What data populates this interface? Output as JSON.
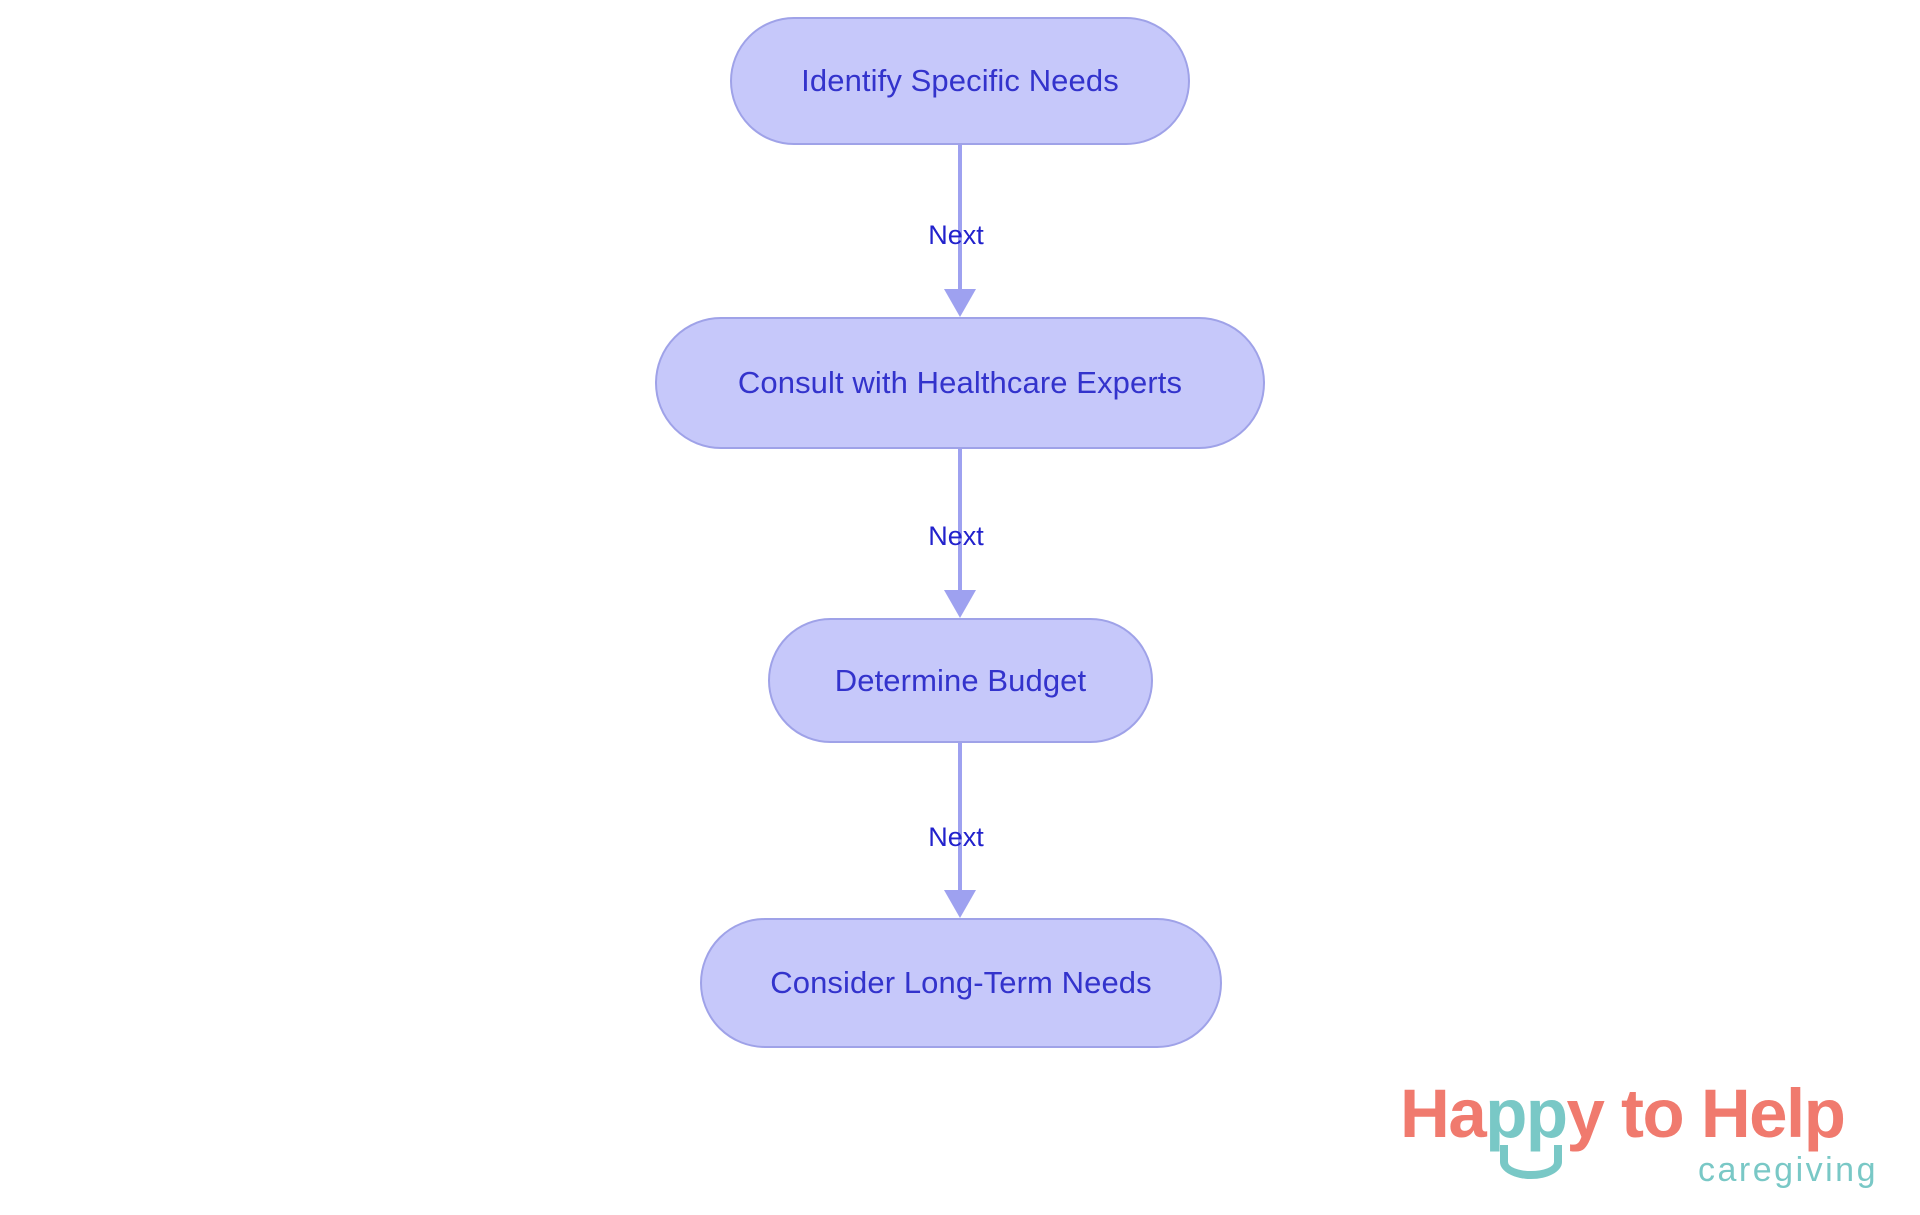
{
  "diagram": {
    "type": "flowchart",
    "orientation": "top-to-bottom",
    "background_color": "#ffffff",
    "node_fill_color": "#c6c8fa",
    "node_border_color": "#9fa2e8",
    "node_text_color": "#3333cc",
    "connector_color": "#9ea1f0",
    "connector_label_color": "#2222cc",
    "nodes": [
      {
        "id": "n1",
        "label": "Identify Specific Needs"
      },
      {
        "id": "n2",
        "label": "Consult with Healthcare Experts"
      },
      {
        "id": "n3",
        "label": "Determine Budget"
      },
      {
        "id": "n4",
        "label": "Consider Long-Term Needs"
      }
    ],
    "edges": [
      {
        "from": "n1",
        "to": "n2",
        "label": "Next"
      },
      {
        "from": "n2",
        "to": "n3",
        "label": "Next"
      },
      {
        "from": "n3",
        "to": "n4",
        "label": "Next"
      }
    ]
  },
  "brand": {
    "word_1": "Ha",
    "word_2": "pp",
    "word_3": "y to Help",
    "tagline": "caregiving",
    "primary_color": "#f07a6e",
    "accent_color": "#79c8c6"
  }
}
